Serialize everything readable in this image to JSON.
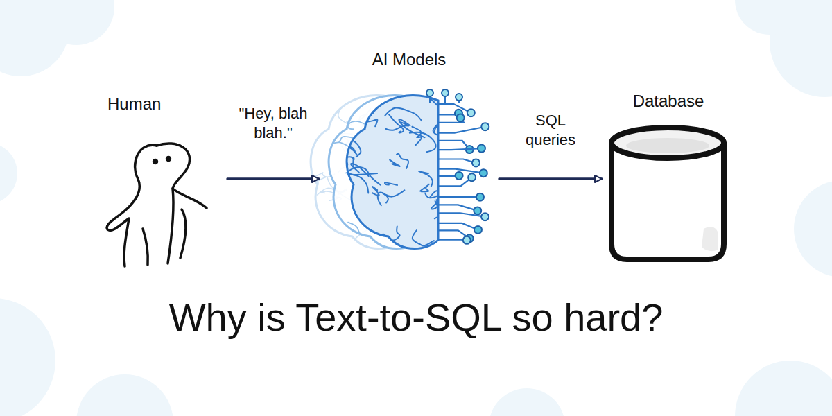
{
  "diagram": {
    "title": "Why is Text-to-SQL so hard?",
    "nodes": [
      {
        "text": [
          "Human"
        ]
      },
      {
        "text": [
          "AI Models"
        ]
      },
      {
        "text": [
          "Database"
        ]
      }
    ],
    "edges": [
      {
        "from": 0,
        "to": 1,
        "label": "\"Hey, blah blah.\"",
        "arrow": "to"
      },
      {
        "from": 1,
        "to": 2,
        "label": "SQL queries",
        "arrow": "to"
      }
    ]
  }
}
